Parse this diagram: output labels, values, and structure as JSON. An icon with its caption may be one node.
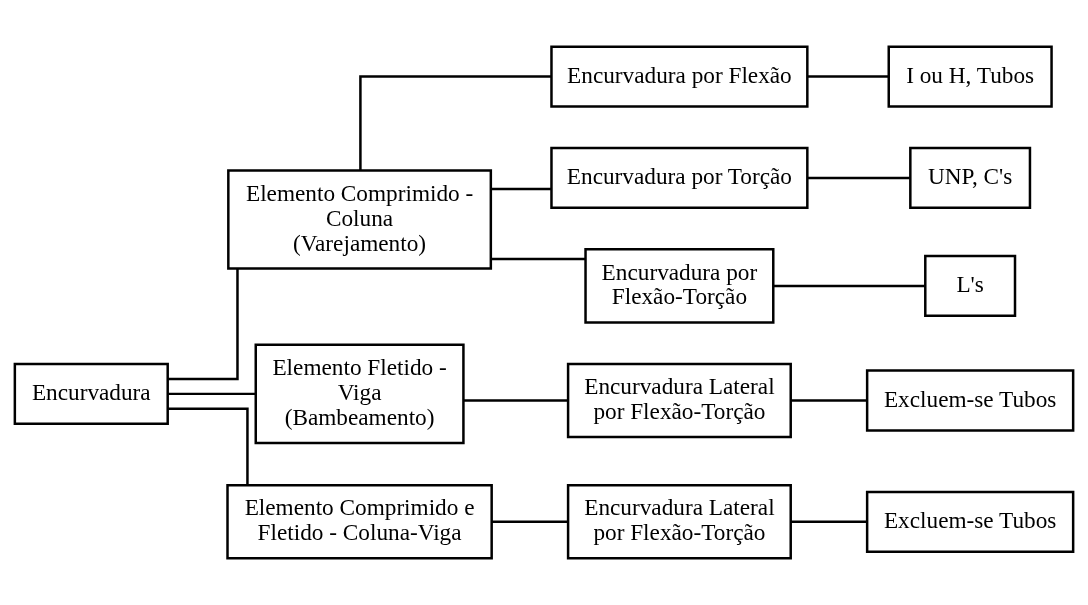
{
  "diagram": {
    "nodes": [
      {
        "text": [
          "Encurvadura"
        ]
      },
      {
        "text": [
          "Elemento Comprimido - Coluna",
          "(Varejamento)"
        ]
      },
      {
        "text": [
          "Elemento Fletido - Viga",
          "(Bambeamento)"
        ]
      },
      {
        "text": [
          "Elemento Comprimido e Fletido - Coluna-Viga"
        ]
      },
      {
        "text": [
          "Encurvadura por Flexão"
        ]
      },
      {
        "text": [
          "Encurvadura por Torção"
        ]
      },
      {
        "text": [
          "Encurvadura por Flexão-Torção"
        ]
      },
      {
        "text": [
          "Encurvadura Lateral por Flexão-Torção"
        ]
      },
      {
        "text": [
          "Encurvadura Lateral por Flexão-Torção"
        ]
      },
      {
        "text": [
          "I ou H, Tubos"
        ]
      },
      {
        "text": [
          "UNP, C's"
        ]
      },
      {
        "text": [
          "L's"
        ]
      },
      {
        "text": [
          "Excluem-se Tubos"
        ]
      },
      {
        "text": [
          "Excluem-se Tubos"
        ]
      }
    ],
    "edges": [
      {
        "from": 0,
        "to": 1,
        "arrow": "none"
      },
      {
        "from": 0,
        "to": 2,
        "arrow": "none"
      },
      {
        "from": 0,
        "to": 3,
        "arrow": "none"
      },
      {
        "from": 1,
        "to": 4,
        "arrow": "none"
      },
      {
        "from": 1,
        "to": 5,
        "arrow": "none"
      },
      {
        "from": 1,
        "to": 6,
        "arrow": "none"
      },
      {
        "from": 2,
        "to": 7,
        "arrow": "none"
      },
      {
        "from": 3,
        "to": 8,
        "arrow": "none"
      },
      {
        "from": 4,
        "to": 9,
        "arrow": "none"
      },
      {
        "from": 5,
        "to": 10,
        "arrow": "none"
      },
      {
        "from": 6,
        "to": 11,
        "arrow": "none"
      },
      {
        "from": 7,
        "to": 12,
        "arrow": "none"
      },
      {
        "from": 8,
        "to": 13,
        "arrow": "none"
      }
    ]
  }
}
